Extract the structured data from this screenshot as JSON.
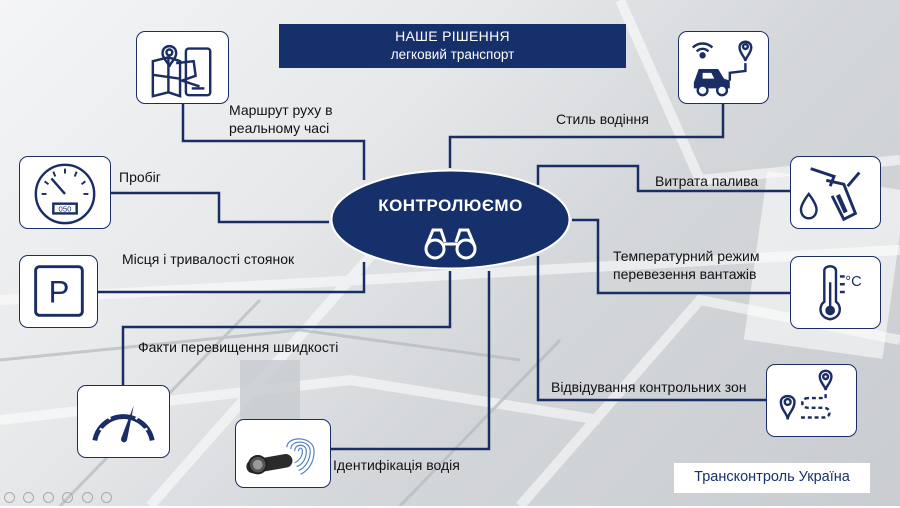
{
  "title": {
    "line1": "НАШЕ РІШЕННЯ",
    "line2": "легковий транспорт"
  },
  "center": {
    "label": "КОНТРОЛЮЄМО",
    "icon": "binoculars-icon"
  },
  "items": {
    "route": {
      "label_line1": "Маршрут руху в",
      "label_line2": "реальному часі",
      "icon": "map-phone-icon"
    },
    "mileage": {
      "label": "Пробіг",
      "icon": "speedometer-icon",
      "odometer": "050"
    },
    "parking": {
      "label": "Місця і тривалості стоянок",
      "icon": "parking-icon",
      "letter": "P"
    },
    "speeding": {
      "label": "Факти перевищення швидкості",
      "icon": "speed-gauge-icon"
    },
    "driver_id": {
      "label": "Ідентифікація водія",
      "icon": "ibutton-key-icon"
    },
    "driving_style": {
      "label": "Стиль водіння",
      "icon": "car-tracking-icon"
    },
    "fuel": {
      "label": "Витрата палива",
      "icon": "fuel-nozzle-icon"
    },
    "temperature": {
      "label_line1": "Температурний режим",
      "label_line2": "перевезення вантажів",
      "icon": "thermometer-icon",
      "unit": "°C"
    },
    "zones": {
      "label": "Відвідування контрольних зон",
      "icon": "zone-route-icon"
    }
  },
  "brand": "Трансконтроль Україна",
  "colors": {
    "navy": "#16306b",
    "line": "#1a2d64",
    "white": "#ffffff"
  }
}
